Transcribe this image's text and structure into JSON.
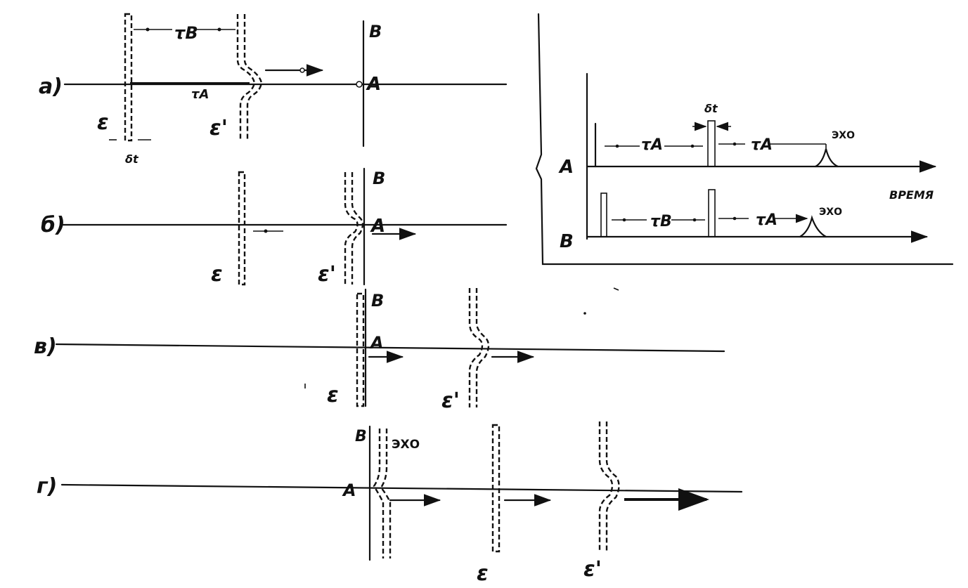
{
  "panels": {
    "a": {
      "label": "a)",
      "tau_b": "τB",
      "tau_a": "τA",
      "point_a": "A",
      "point_b": "B",
      "e": "ε",
      "e_prime": "ε'",
      "delta_t": "δt"
    },
    "b": {
      "label": "б)",
      "point_a": "A",
      "point_b": "B",
      "e": "ε",
      "e_prime": "ε'"
    },
    "c": {
      "label": "в)",
      "point_a": "A",
      "point_b": "B",
      "e": "ε",
      "e_prime": "ε'"
    },
    "d": {
      "label": "г)",
      "point_a": "A",
      "point_b": "B",
      "echo": "ЭХО",
      "e": "ε",
      "e_prime": "ε'"
    }
  },
  "timing": {
    "row_a_label": "A",
    "row_b_label": "B",
    "delta_t": "δt",
    "tau_a_1": "τA",
    "tau_a_2": "τA",
    "tau_b": "τB",
    "tau_a_3": "τA",
    "echo_a": "ЭХО",
    "echo_b": "ЭХО",
    "time_axis": "ВРЕМЯ"
  }
}
